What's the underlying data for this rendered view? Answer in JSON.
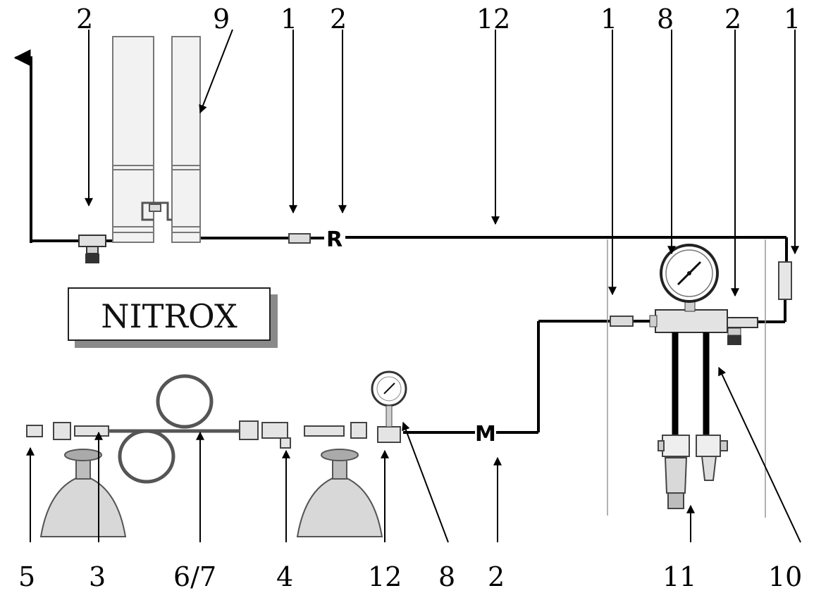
{
  "title_box": {
    "text": "NITROX"
  },
  "line_letters": {
    "r": "R",
    "m": "M"
  },
  "callouts_top": [
    "2",
    "9",
    "1",
    "2",
    "12",
    "1",
    "8",
    "2",
    "1"
  ],
  "callouts_bottom": [
    "5",
    "3",
    "6/7",
    "4",
    "12",
    "8",
    "2",
    "11",
    "10"
  ],
  "colors": {
    "line": "#000000",
    "metal": "#cfcfcf",
    "shadow": "#8a8a8a"
  }
}
